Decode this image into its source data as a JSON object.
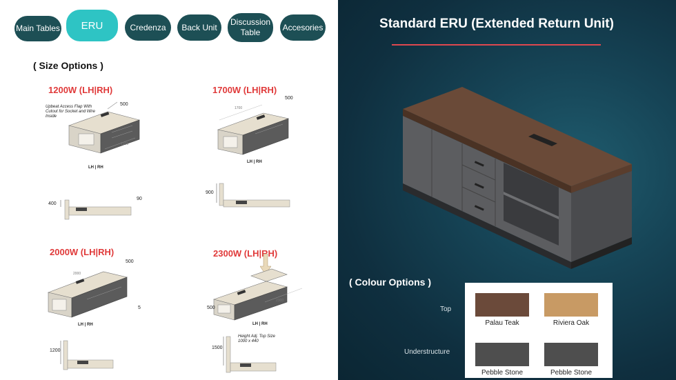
{
  "nav": {
    "items": [
      {
        "label": "Main Tables",
        "active": false
      },
      {
        "label": "ERU",
        "active": true
      },
      {
        "label": "Credenza",
        "active": false
      },
      {
        "label": "Back Unit",
        "active": false
      },
      {
        "label": "Discussion Table",
        "active": false
      },
      {
        "label": "Accesories",
        "active": false
      }
    ]
  },
  "size_options": {
    "heading": "( Size Options )",
    "options": [
      {
        "label": "1200W (LH|RH)",
        "depth": "500",
        "note": "Upbeat Access Flap With Cutout for Socket and Wire Inside",
        "orientation": "LH | RH",
        "height": "400",
        "side_value": "90",
        "length_label": "1200"
      },
      {
        "label": "1700W (LH|RH)",
        "depth": "500",
        "orientation": "LH | RH",
        "height": "900",
        "length_label": "1700"
      },
      {
        "label": "2000W (LH|RH)",
        "depth": "500",
        "orientation": "LH | RH",
        "height": "1200",
        "side_value": "5",
        "length_label": "2000"
      },
      {
        "label": "2300W (LH|RH)",
        "depth": "500",
        "note": "Height Adj. Top Size 1000 x 440",
        "orientation": "LH | RH",
        "height": "1500",
        "length_label": "2300"
      }
    ]
  },
  "product": {
    "title": "Standard ERU (Extended Return Unit)"
  },
  "colour_options": {
    "heading": "( Colour Options )",
    "rows": [
      "Top",
      "Understructure"
    ],
    "swatches": [
      {
        "name": "Palau Teak",
        "color": "#6b4a3a"
      },
      {
        "name": "Riviera Oak",
        "color": "#c89a64"
      },
      {
        "name": "Pebble Stone",
        "color": "#4e4e4e"
      },
      {
        "name": "Pebble Stone",
        "color": "#4e4e4e"
      }
    ]
  },
  "colors": {
    "nav_bg": "#1d4f55",
    "nav_active": "#2ec4c4",
    "size_label": "#e03a3a",
    "title_rule": "#e0484f"
  }
}
